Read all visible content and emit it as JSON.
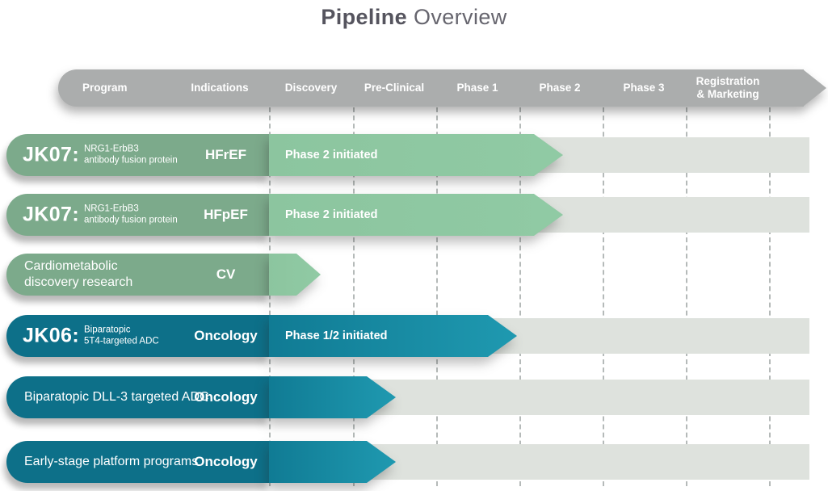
{
  "title": {
    "bold": "Pipeline",
    "light": "Overview"
  },
  "header": {
    "columns": [
      "Program",
      "Indications",
      "Discovery",
      "Pre-Clinical",
      "Phase 1",
      "Phase 2",
      "Phase 3",
      "Registration\n& Marketing"
    ]
  },
  "rows": [
    {
      "program_main": "JK07:",
      "program_sub": "NRG1-ErbB3\nantibody fusion protein",
      "indication": "HFrEF",
      "status": "Phase 2 initiated",
      "theme": "green",
      "stage_reached": "Phase 2"
    },
    {
      "program_main": "JK07:",
      "program_sub": "NRG1-ErbB3\nantibody fusion protein",
      "indication": "HFpEF",
      "status": "Phase 2 initiated",
      "theme": "green",
      "stage_reached": "Phase 2"
    },
    {
      "program_main": "Cardiometabolic\ndiscovery research",
      "program_sub": "",
      "indication": "CV",
      "status": "",
      "theme": "green",
      "stage_reached": "Discovery"
    },
    {
      "program_main": "JK06:",
      "program_sub": "Biparatopic\n5T4-targeted ADC",
      "indication": "Oncology",
      "status": "Phase 1/2 initiated",
      "theme": "teal",
      "stage_reached": "Phase 1/2"
    },
    {
      "program_main": "Biparatopic DLL-3 targeted ADC",
      "program_sub": "",
      "indication": "Oncology",
      "status": "",
      "theme": "teal",
      "stage_reached": "Pre-Clinical"
    },
    {
      "program_main": "Early-stage platform programs",
      "program_sub": "",
      "indication": "Oncology",
      "status": "",
      "theme": "teal",
      "stage_reached": "Pre-Clinical"
    }
  ],
  "colors": {
    "title_text": "#55545e",
    "header_bar": "#abadad",
    "track": "#dee2dd",
    "gridline": "#a3a9a8",
    "green_dark": "#7caa8b",
    "green_light": "#8ec7a1",
    "teal_dark": "#0d7089",
    "teal_light": "#1f99b0",
    "bar_text": "#ffffff"
  },
  "chart_data": {
    "type": "bar",
    "title": "Pipeline Overview",
    "stages": [
      "Discovery",
      "Pre-Clinical",
      "Phase 1",
      "Phase 2",
      "Phase 3",
      "Registration & Marketing"
    ],
    "rows": [
      {
        "program": "JK07: NRG1-ErbB3 antibody fusion protein",
        "indication": "HFrEF",
        "status_label": "Phase 2 initiated",
        "progress_reaches": "early Phase 2"
      },
      {
        "program": "JK07: NRG1-ErbB3 antibody fusion protein",
        "indication": "HFpEF",
        "status_label": "Phase 2 initiated",
        "progress_reaches": "early Phase 2"
      },
      {
        "program": "Cardiometabolic discovery research",
        "indication": "CV",
        "status_label": "",
        "progress_reaches": "Discovery"
      },
      {
        "program": "JK06: Biparatopic 5T4-targeted ADC",
        "indication": "Oncology",
        "status_label": "Phase 1/2 initiated",
        "progress_reaches": "end of Phase 1"
      },
      {
        "program": "Biparatopic DLL-3 targeted ADC",
        "indication": "Oncology",
        "status_label": "",
        "progress_reaches": "mid Pre-Clinical"
      },
      {
        "program": "Early-stage platform programs",
        "indication": "Oncology",
        "status_label": "",
        "progress_reaches": "mid Pre-Clinical"
      }
    ],
    "legend": "none",
    "grid": "vertical dashed lines at stage boundaries"
  }
}
